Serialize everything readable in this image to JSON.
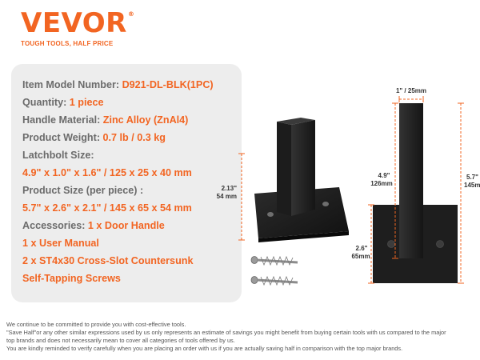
{
  "colors": {
    "accent": "#f26522",
    "label": "#6b6b6b",
    "product": "#1a1a1a",
    "panel": "#ededed"
  },
  "brand": {
    "name": "VEVOR",
    "registered": "®",
    "tagline": "TOUGH TOOLS, HALF PRICE"
  },
  "specs": [
    {
      "label": "Item Model Number: ",
      "value": "D921-DL-BLK(1PC)"
    },
    {
      "label": "Quantity: ",
      "value": "1 piece"
    },
    {
      "label": "Handle Material: ",
      "value": "Zinc Alloy (ZnAl4)"
    },
    {
      "label": "Product Weight: ",
      "value": "0.7 lb / 0.3 kg"
    },
    {
      "label": "Latchbolt Size:",
      "value": ""
    },
    {
      "label": "",
      "value": "4.9\" x 1.0\" x 1.6\" / 125 x 25 x 40 mm"
    },
    {
      "label": "Product Size (per piece) :",
      "value": ""
    },
    {
      "label": "",
      "value": "5.7\" x 2.6\" x 2.1\" / 145 x 65 x 54 mm"
    },
    {
      "label": "Accessories: ",
      "value": "1 x Door Handle"
    },
    {
      "label": "",
      "value": "1 x User Manual"
    },
    {
      "label": "",
      "value": "2 x ST4x30 Cross-Slot Countersunk"
    },
    {
      "label": "",
      "value": "Self-Tapping Screws"
    }
  ],
  "dimensions": {
    "side_height_in": "2.13\"",
    "side_height_mm": "54 mm",
    "top_width": "1\" / 25mm",
    "handle_height_in": "4.9\"",
    "handle_height_mm": "126mm",
    "total_height_in": "5.7\"",
    "total_height_mm": "145mm",
    "plate_width_in": "2.6\"",
    "plate_width_mm": "65mm"
  },
  "footnote": [
    "We continue to be committed to provide you with cost-effective tools.",
    "\"Save Half\"or any other similar expressions used by us only represents an estimate of savings you might benefit from buying certain tools with us compared to the major",
    "top brands and does not necessarily mean to cover all categories of tools offered by us.",
    "You are kindly reminded to verify carefully when you are placing an order with us if you are actually saving half in comparison with the top major brands."
  ]
}
